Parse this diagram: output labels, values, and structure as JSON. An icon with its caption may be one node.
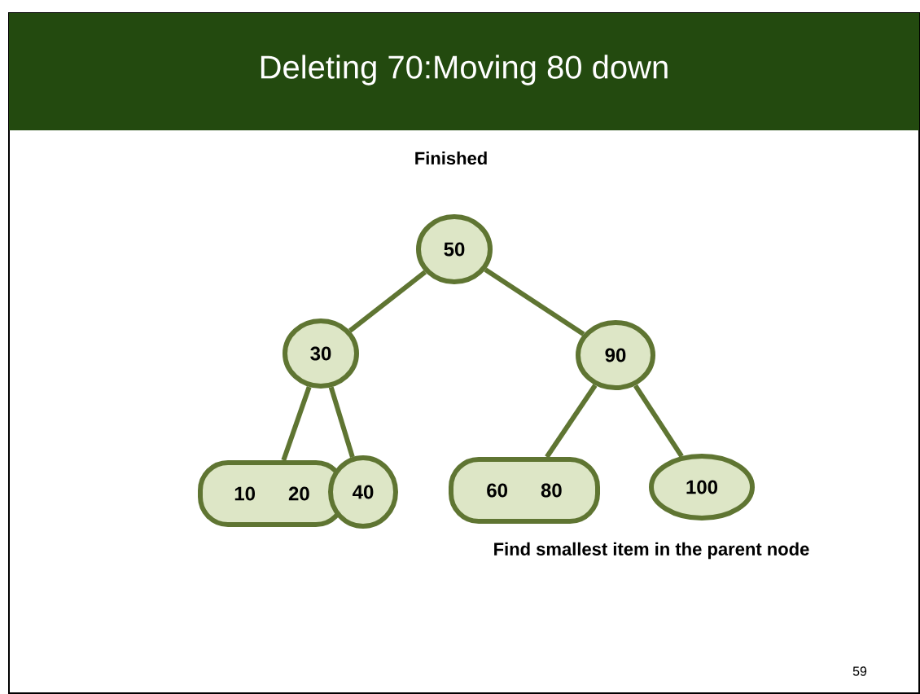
{
  "diagram": {
    "title": "Deleting 70:Moving 80 down",
    "nodes": [
      {
        "text": [
          "50"
        ]
      },
      {
        "text": [
          "30"
        ]
      },
      {
        "text": [
          "90"
        ]
      },
      {
        "text": [
          "10",
          "20"
        ]
      },
      {
        "text": [
          "40"
        ]
      },
      {
        "text": [
          "60",
          "80"
        ]
      },
      {
        "text": [
          "100"
        ]
      }
    ],
    "edges": [
      {
        "from": 0,
        "to": 1,
        "arrow": "none"
      },
      {
        "from": 0,
        "to": 2,
        "arrow": "none"
      },
      {
        "from": 1,
        "to": 3,
        "arrow": "none"
      },
      {
        "from": 1,
        "to": 4,
        "arrow": "none"
      },
      {
        "from": 2,
        "to": 5,
        "arrow": "none"
      },
      {
        "from": 2,
        "to": 6,
        "arrow": "none"
      }
    ],
    "labels": [
      "Finished",
      "Find smallest item in the parent node",
      "59"
    ]
  }
}
